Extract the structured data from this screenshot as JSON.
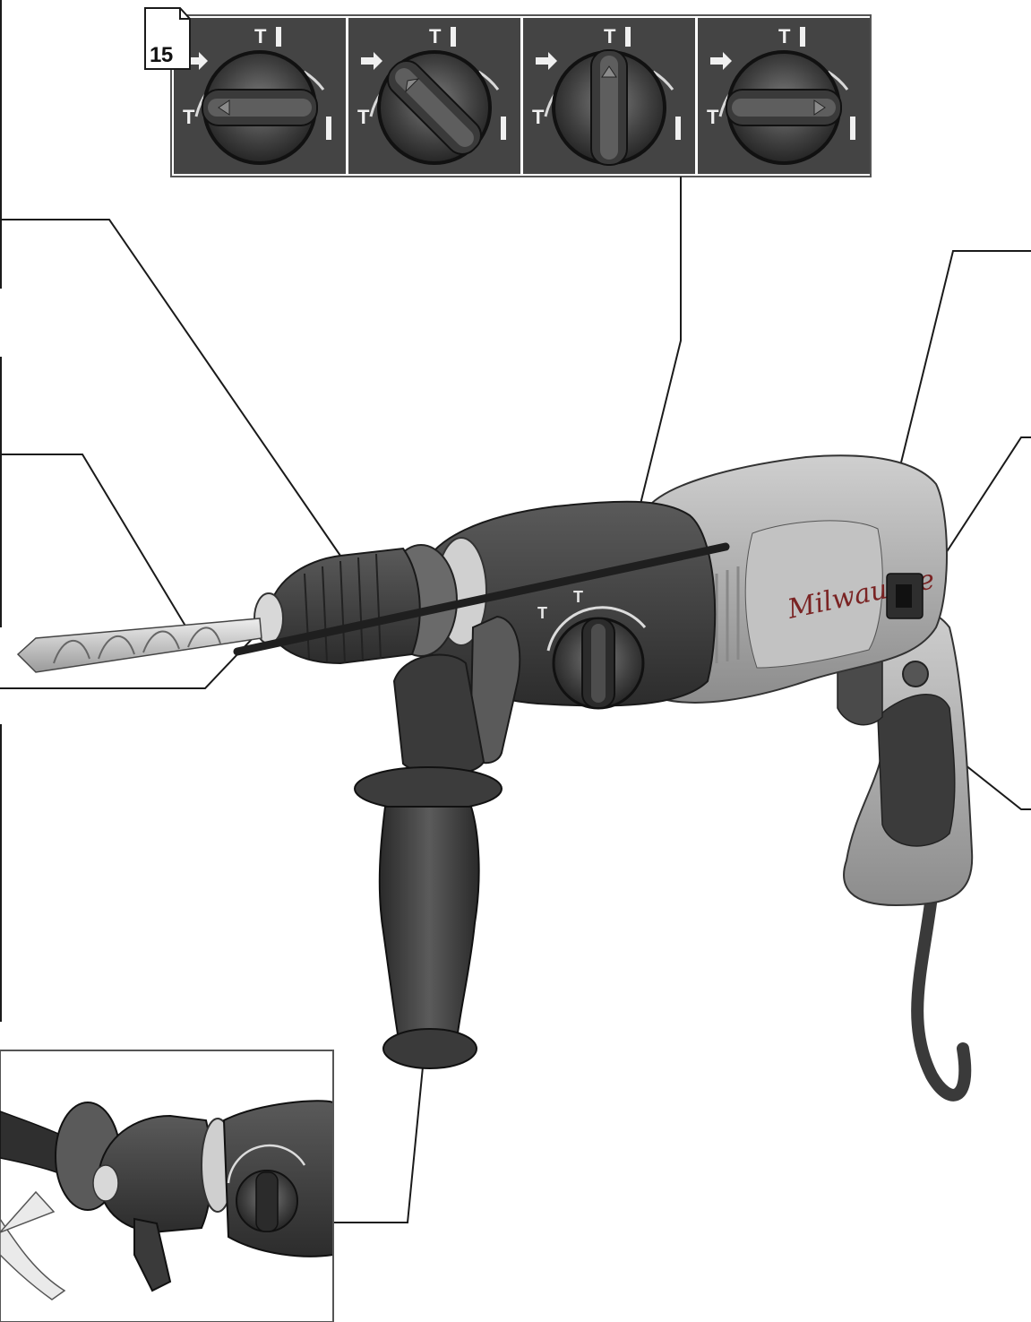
{
  "figure": {
    "page_number": "15",
    "brand_wordmark": "Milwaukee"
  },
  "mode_selector": {
    "symbols": {
      "rotary_drilling": "T",
      "hammer_drilling": "T",
      "chiselling": ""
    },
    "positions": [
      {
        "label": "T",
        "pointer": "left"
      },
      {
        "label": "T",
        "pointer": "diagonal"
      },
      {
        "label": "T",
        "pointer": "up"
      },
      {
        "label": "T",
        "pointer": "right"
      }
    ]
  },
  "colors": {
    "line": "#1a1a1a",
    "tool_dark": "#3a3a3a",
    "tool_mid": "#6d6d6d",
    "tool_light": "#b5b5b5",
    "panel_bg": "#444444",
    "highlight": "#d9d9d9"
  },
  "icons": [
    "hammer-drill-icon",
    "mode-dial-icon",
    "drill-bit-icon",
    "side-handle-icon",
    "arrow-icon"
  ]
}
